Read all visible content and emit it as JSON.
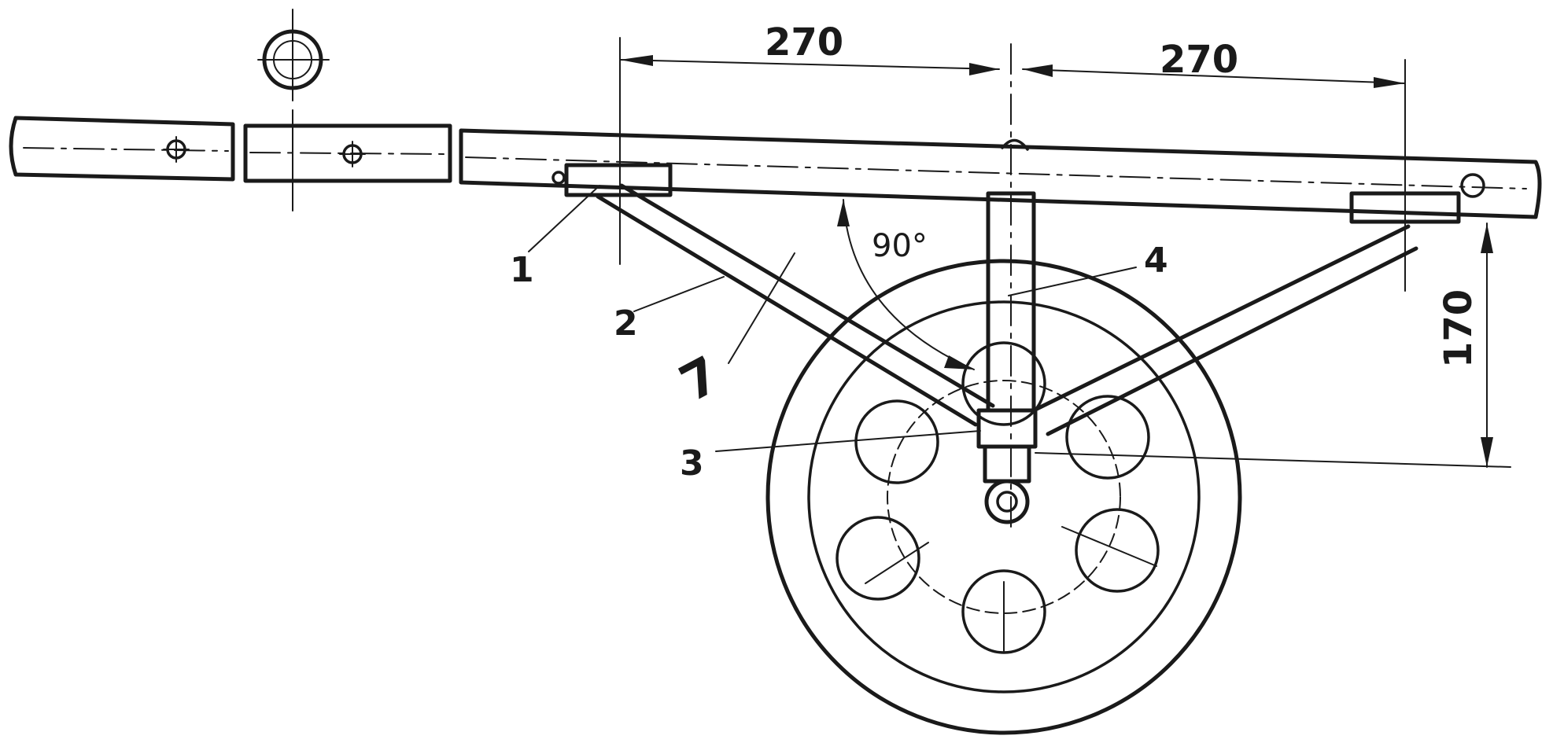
{
  "dimensions": {
    "left_span": "270",
    "right_span": "270",
    "height": "170",
    "angle": "90°"
  },
  "callouts": {
    "part_1": "1",
    "part_2": "2",
    "part_3": "3",
    "part_4": "4",
    "part_7": "7"
  },
  "colors": {
    "ink": "#1a1a1a",
    "paper": "#ffffff"
  }
}
